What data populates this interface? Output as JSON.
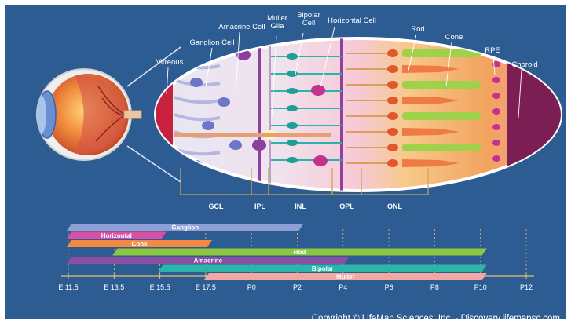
{
  "retina_labels": {
    "vitreous": "Vitreous",
    "ganglion_cell": "Ganglion Cell",
    "amacrine_cell": "Amacrine Cell",
    "muller_glia": [
      "Muller",
      "Glia"
    ],
    "bipolar_cell": [
      "Bipolar",
      "Cell"
    ],
    "horizontal_cell": "Horizontal Cell",
    "rod": "Rod",
    "cone": "Cone",
    "rpe": "RPE",
    "choroid": "Choroid"
  },
  "layers": [
    "GCL",
    "IPL",
    "INL",
    "OPL",
    "ONL"
  ],
  "timeline": {
    "ticks": [
      "E 11.5",
      "E 13.5",
      "E 15.5",
      "E 17.5",
      "P0",
      "P2",
      "P4",
      "P6",
      "P8",
      "P10",
      "P12"
    ],
    "bars": [
      {
        "label": "Ganglion",
        "start": "E 11.5",
        "end": "P2",
        "color": "#8d9fd4"
      },
      {
        "label": "Horizontal",
        "start": "E 11.5",
        "end": "E 15.5",
        "color": "#d94fa3"
      },
      {
        "label": "Cone",
        "start": "E 11.5",
        "end": "E 17.5",
        "color": "#f08a45"
      },
      {
        "label": "Rod",
        "start": "E 13.5",
        "end": "P10",
        "color": "#8dc63f"
      },
      {
        "label": "Amacrine",
        "start": "E 11.5",
        "end": "P4",
        "color": "#8a4ea3"
      },
      {
        "label": "Bipolar",
        "start": "E 15.5",
        "end": "P10",
        "color": "#2bb5a8"
      },
      {
        "label": "Muller",
        "start": "E 17.5",
        "end": "P10",
        "color": "#f2a8a0"
      }
    ]
  },
  "copyright": "Copyright © LifeMap Sciences, Inc. - Discovery.lifemapsc.com"
}
